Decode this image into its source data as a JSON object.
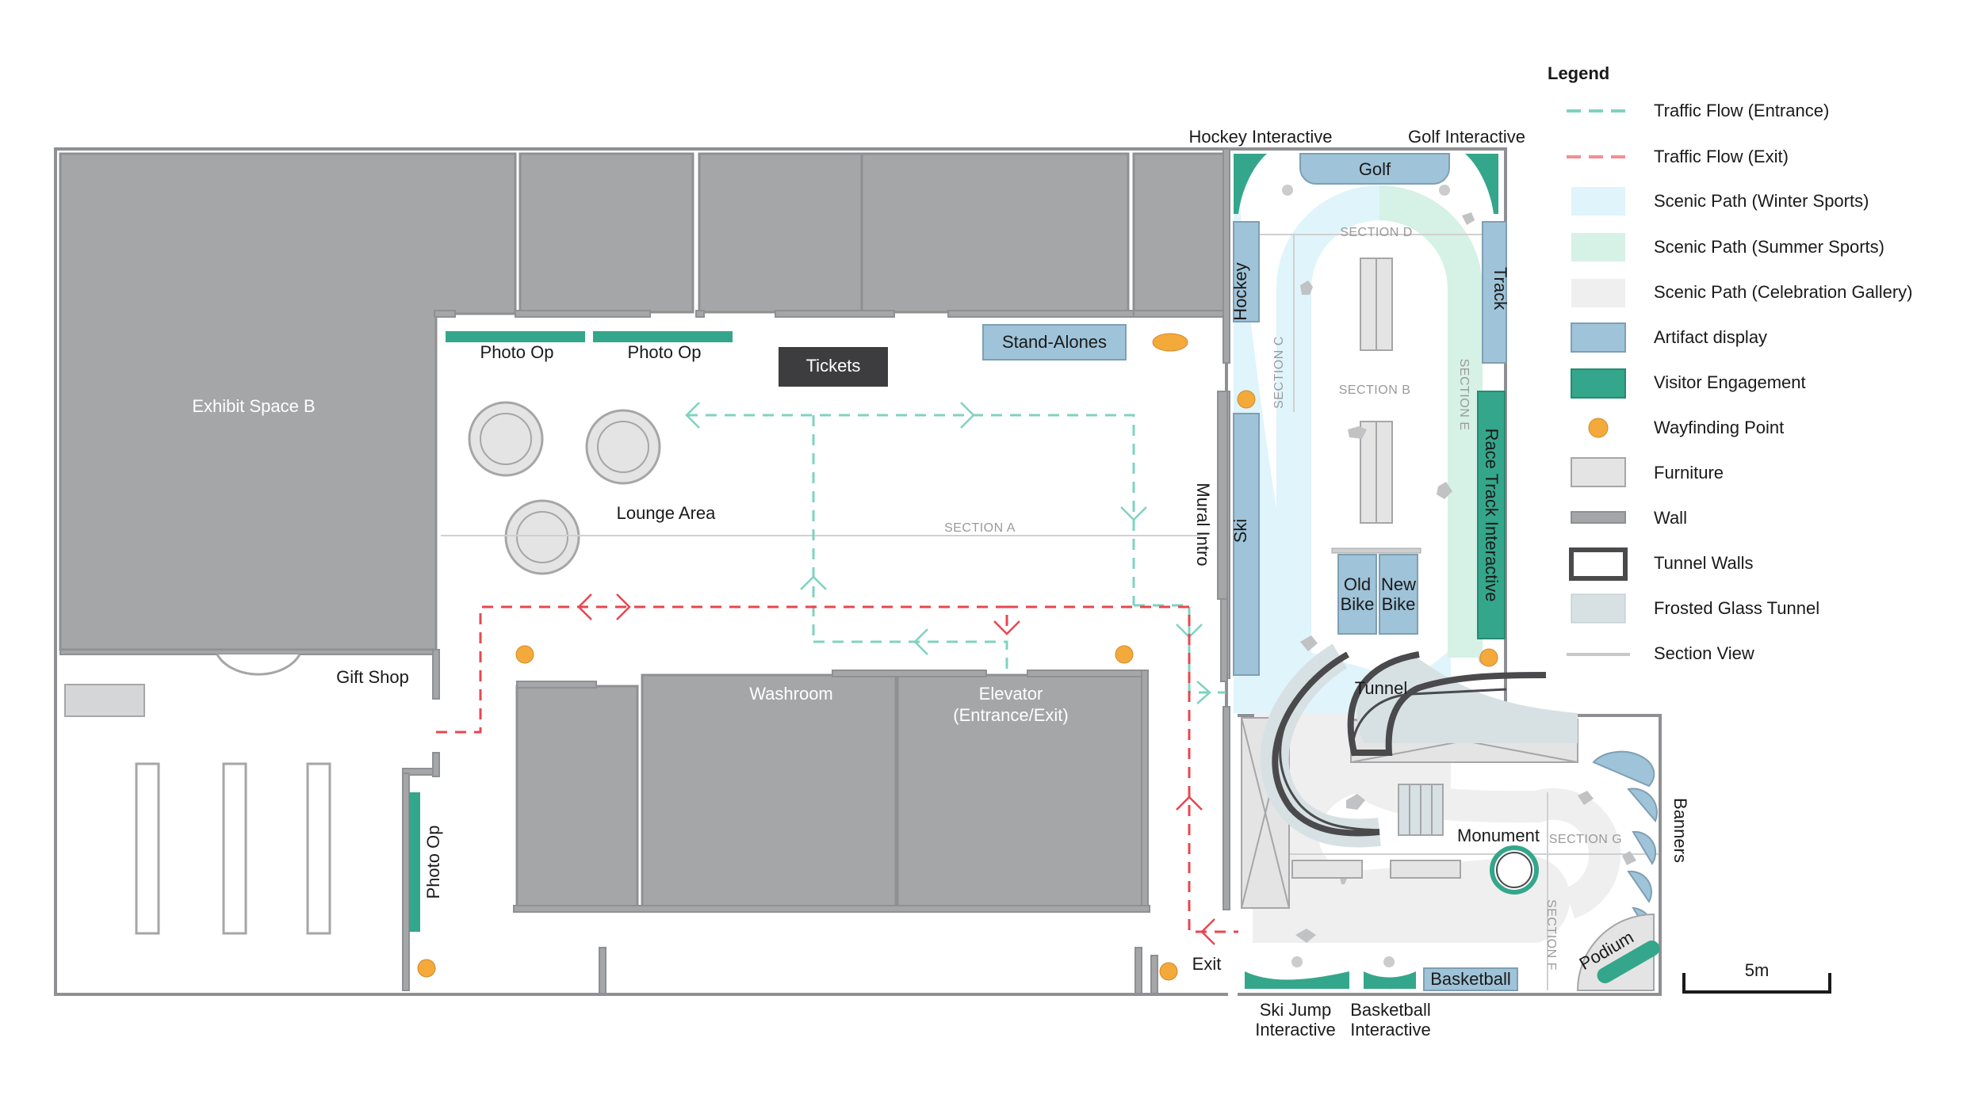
{
  "colors": {
    "wall": "#8e9093",
    "room": "#a5a6a8",
    "artifact": "#9fc3d8",
    "engagement": "#34a68b",
    "wayfinding": "#f4a93b",
    "winter": "#dff4fb",
    "summer": "#d6f1e6",
    "celebration": "#efefef",
    "entrance_flow": "#7fd3c0",
    "exit_flow": "#e8474f",
    "tickets": "#3d3d3f",
    "furniture": "#e4e4e4",
    "frosted": "#d7e1e4"
  },
  "legend": {
    "title": "Legend",
    "items": [
      {
        "label": "Traffic Flow (Entrance)",
        "icon": "dash-teal-icon"
      },
      {
        "label": "Traffic Flow (Exit)",
        "icon": "dash-red-icon"
      },
      {
        "label": "Scenic Path (Winter Sports)",
        "icon": "swatch-winter-icon"
      },
      {
        "label": "Scenic Path (Summer Sports)",
        "icon": "swatch-summer-icon"
      },
      {
        "label": "Scenic Path (Celebration Gallery)",
        "icon": "swatch-celebration-icon"
      },
      {
        "label": "Artifact display",
        "icon": "swatch-artifact-icon"
      },
      {
        "label": "Visitor Engagement",
        "icon": "swatch-engagement-icon"
      },
      {
        "label": "Wayfinding Point",
        "icon": "dot-wayfinding-icon"
      },
      {
        "label": "Furniture",
        "icon": "swatch-furniture-icon"
      },
      {
        "label": "Wall",
        "icon": "swatch-wall-icon"
      },
      {
        "label": "Tunnel Walls",
        "icon": "swatch-tunnel-icon"
      },
      {
        "label": "Frosted Glass Tunnel",
        "icon": "swatch-frosted-icon"
      },
      {
        "label": "Section View",
        "icon": "line-section-icon"
      }
    ]
  },
  "labels": {
    "exhibit_space_b": "Exhibit Space B",
    "gift_shop": "Gift Shop",
    "photo_op": "Photo Op",
    "tickets": "Tickets",
    "stand_alones": "Stand-Alones",
    "lounge_area": "Lounge Area",
    "section_a": "SECTION A",
    "section_b": "SECTION B",
    "section_c": "SECTION C",
    "section_d": "SECTION D",
    "section_e": "SECTION E",
    "section_f": "SECTION F",
    "section_g": "SECTION G",
    "mural_intro": "Mural Intro",
    "washroom": "Washroom",
    "elevator_1": "Elevator",
    "elevator_2": "(Entrance/Exit)",
    "exit": "Exit",
    "hockey_interactive": "Hockey Interactive",
    "golf_interactive": "Golf Interactive",
    "golf": "Golf",
    "hockey": "Hockey",
    "track": "Track",
    "ski": "Ski",
    "race_track_interactive": "Race Track Interactive",
    "old_bike_1": "Old",
    "old_bike_2": "Bike",
    "new_bike_1": "New",
    "new_bike_2": "Bike",
    "tunnel": "Tunnel",
    "monument": "Monument",
    "banners": "Banners",
    "podium": "Podium",
    "basketball": "Basketball",
    "ski_jump_1": "Ski Jump",
    "ski_jump_2": "Interactive",
    "basketball_int_1": "Basketball",
    "basketball_int_2": "Interactive",
    "scale": "5m"
  }
}
